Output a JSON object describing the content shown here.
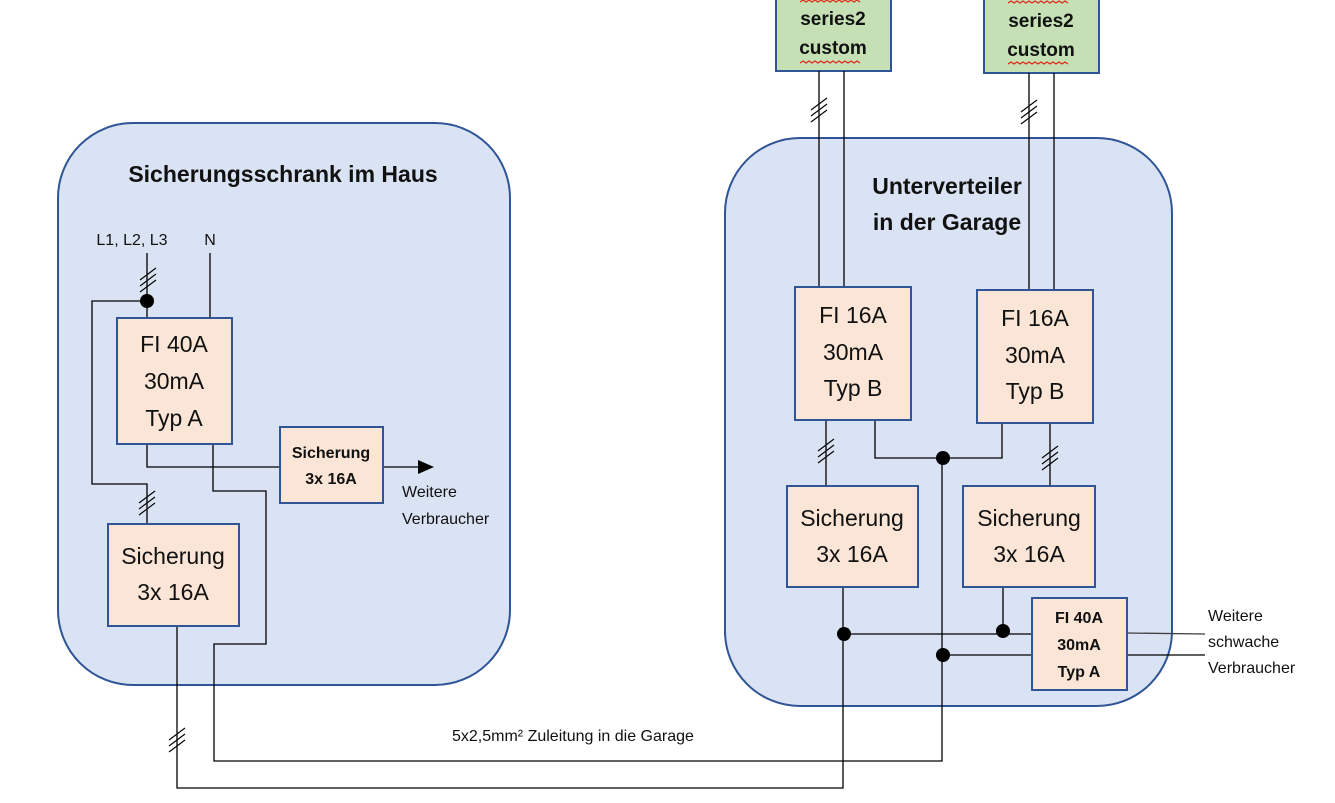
{
  "diagram": {
    "house_cabinet": {
      "title": "Sicherungsschrank im Haus",
      "input_labels": {
        "phases": "L1, L2, L3",
        "neutral": "N"
      },
      "fi_main": {
        "line1": "FI 40A",
        "line2": "30mA",
        "line3": "Typ A"
      },
      "fuse_small": {
        "line1": "Sicherung",
        "line2": "3x 16A"
      },
      "fuse_main": {
        "line1": "Sicherung",
        "line2": "3x 16A"
      },
      "other_consumers": {
        "line1": "Weitere",
        "line2": "Verbraucher"
      }
    },
    "feed_cable_label": "5x2,5mm² Zuleitung in die Garage",
    "garage_subpanel": {
      "title_line1": "Unterverteiler",
      "title_line2": "in der Garage",
      "fi_left": {
        "line1": "FI 16A",
        "line2": "30mA",
        "line3": "Typ B"
      },
      "fi_right": {
        "line1": "FI 16A",
        "line2": "30mA",
        "line3": "Typ B"
      },
      "fuse_left": {
        "line1": "Sicherung",
        "line2": "3x 16A"
      },
      "fuse_right": {
        "line1": "Sicherung",
        "line2": "3x 16A"
      },
      "fi_small": {
        "line1": "FI 40A",
        "line2": "30mA",
        "line3": "Typ A"
      },
      "weak_consumers": {
        "line1": "Weitere",
        "line2": "schwache",
        "line3": "Verbraucher"
      }
    },
    "chargers": [
      {
        "line1": "series2",
        "line2": "custom"
      },
      {
        "line1": "series2",
        "line2": "custom"
      }
    ],
    "colors": {
      "cabinet_fill": "#dae3f3",
      "cabinet_stroke": "#2f5597",
      "device_fill": "#fbe5d6",
      "charger_fill": "#c5e0b4",
      "spellcheck": "#e0261b"
    }
  }
}
